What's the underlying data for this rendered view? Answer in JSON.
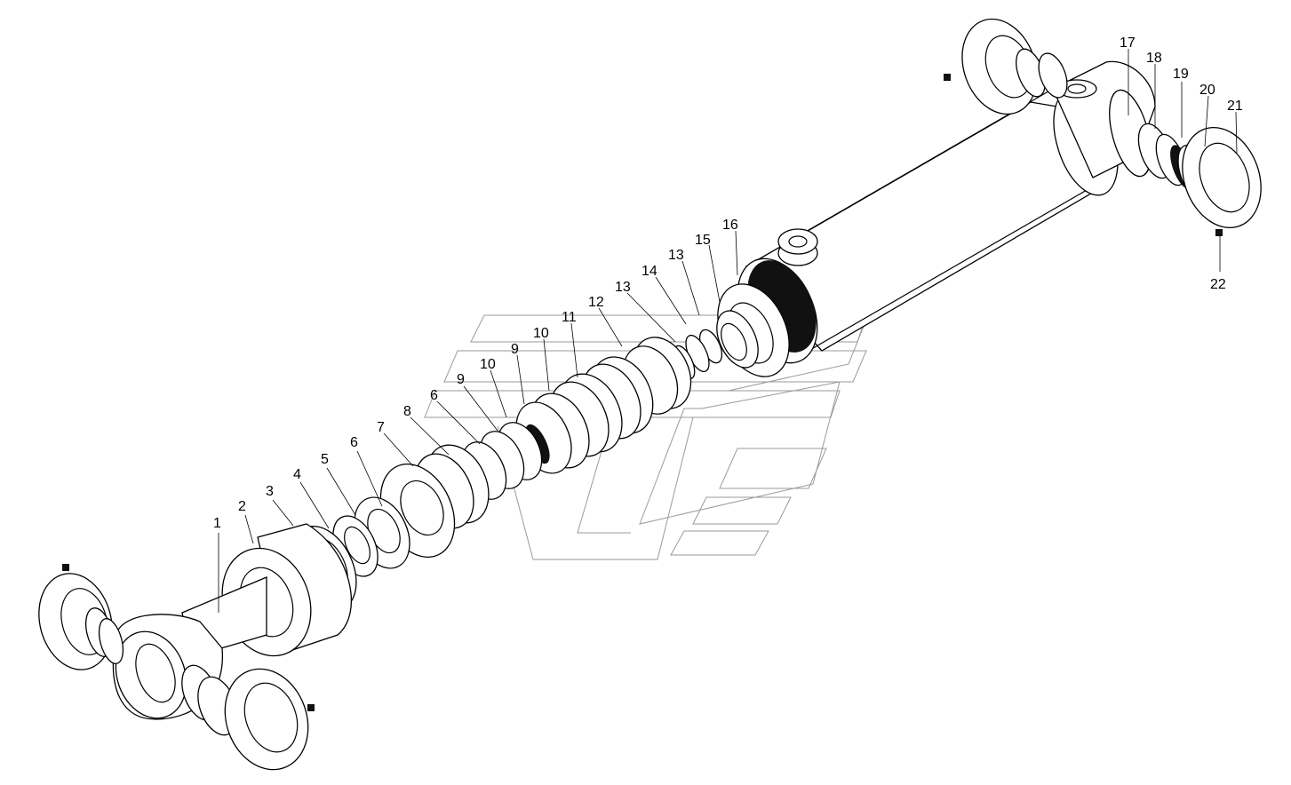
{
  "callouts": [
    {
      "id": "c1",
      "label": "1"
    },
    {
      "id": "c2",
      "label": "2"
    },
    {
      "id": "c3",
      "label": "3"
    },
    {
      "id": "c4",
      "label": "4"
    },
    {
      "id": "c5",
      "label": "5"
    },
    {
      "id": "c6a",
      "label": "6"
    },
    {
      "id": "c7",
      "label": "7"
    },
    {
      "id": "c8",
      "label": "8"
    },
    {
      "id": "c6b",
      "label": "6"
    },
    {
      "id": "c9a",
      "label": "9"
    },
    {
      "id": "c10a",
      "label": "10"
    },
    {
      "id": "c9b",
      "label": "9"
    },
    {
      "id": "c10b",
      "label": "10"
    },
    {
      "id": "c11",
      "label": "11"
    },
    {
      "id": "c12",
      "label": "12"
    },
    {
      "id": "c13a",
      "label": "13"
    },
    {
      "id": "c14",
      "label": "14"
    },
    {
      "id": "c13b",
      "label": "13"
    },
    {
      "id": "c15",
      "label": "15"
    },
    {
      "id": "c16",
      "label": "16"
    },
    {
      "id": "c17",
      "label": "17"
    },
    {
      "id": "c18",
      "label": "18"
    },
    {
      "id": "c19",
      "label": "19"
    },
    {
      "id": "c20",
      "label": "20"
    },
    {
      "id": "c21",
      "label": "21"
    },
    {
      "id": "c22",
      "label": "22"
    }
  ]
}
